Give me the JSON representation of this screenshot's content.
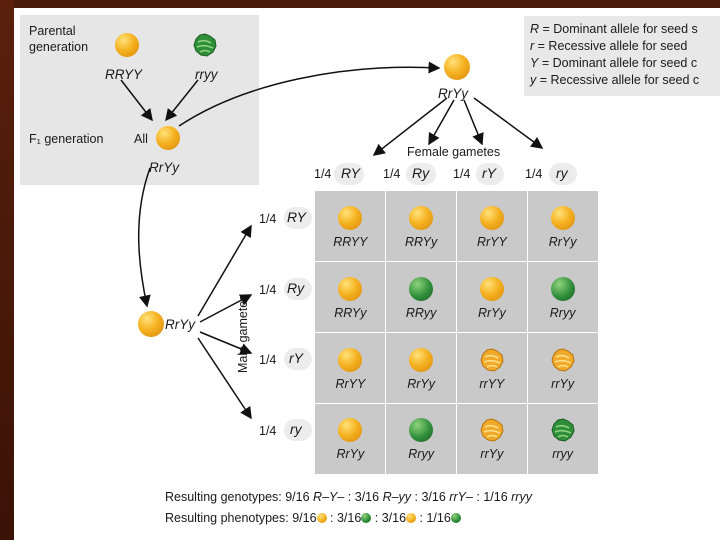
{
  "parental": {
    "title_line1": "Parental",
    "title_line2": "generation",
    "left_genotype": "RRYY",
    "right_genotype": "rryy",
    "f1_label": "F₁ generation",
    "f1_all": "All",
    "f1_genotype": "RrYy"
  },
  "legend": {
    "lines": [
      {
        "symbol": "R",
        "text": " = Dominant allele for seed s"
      },
      {
        "symbol": "r",
        "text": " = Recessive allele for seed"
      },
      {
        "symbol": "Y",
        "text": " = Dominant allele for seed c"
      },
      {
        "symbol": "y",
        "text": " = Recessive allele for seed c"
      }
    ]
  },
  "female_parent": {
    "genotype": "RrYy"
  },
  "male_parent": {
    "genotype": "RrYy"
  },
  "female_gametes": {
    "label": "Female gametes",
    "items": [
      {
        "fraction": "1/4",
        "allele": "RY"
      },
      {
        "fraction": "1/4",
        "allele": "Ry"
      },
      {
        "fraction": "1/4",
        "allele": "rY"
      },
      {
        "fraction": "1/4",
        "allele": "ry"
      }
    ]
  },
  "male_gametes": {
    "label": "Male gametes",
    "items": [
      {
        "fraction": "1/4",
        "allele": "RY"
      },
      {
        "fraction": "1/4",
        "allele": "Ry"
      },
      {
        "fraction": "1/4",
        "allele": "rY"
      },
      {
        "fraction": "1/4",
        "allele": "ry"
      }
    ]
  },
  "punnett": {
    "rows": [
      [
        {
          "g": "RRYY",
          "color": "yellow",
          "shape": "round"
        },
        {
          "g": "RRYy",
          "color": "yellow",
          "shape": "round"
        },
        {
          "g": "RrYY",
          "color": "yellow",
          "shape": "round"
        },
        {
          "g": "RrYy",
          "color": "yellow",
          "shape": "round"
        }
      ],
      [
        {
          "g": "RRYy",
          "color": "yellow",
          "shape": "round"
        },
        {
          "g": "RRyy",
          "color": "green",
          "shape": "round"
        },
        {
          "g": "RrYy",
          "color": "yellow",
          "shape": "round"
        },
        {
          "g": "Rryy",
          "color": "green",
          "shape": "round"
        }
      ],
      [
        {
          "g": "RrYY",
          "color": "yellow",
          "shape": "round"
        },
        {
          "g": "RrYy",
          "color": "yellow",
          "shape": "round"
        },
        {
          "g": "rrYY",
          "color": "yellow",
          "shape": "wrinkled"
        },
        {
          "g": "rrYy",
          "color": "yellow",
          "shape": "wrinkled"
        }
      ],
      [
        {
          "g": "RrYy",
          "color": "yellow",
          "shape": "round"
        },
        {
          "g": "Rryy",
          "color": "green",
          "shape": "round"
        },
        {
          "g": "rrYy",
          "color": "yellow",
          "shape": "wrinkled"
        },
        {
          "g": "rryy",
          "color": "green",
          "shape": "wrinkled"
        }
      ]
    ]
  },
  "results": {
    "genotypes_label": "Resulting genotypes:",
    "genotypes": [
      {
        "fraction": "9/16",
        "allele": "R–Y–",
        "sep": " : "
      },
      {
        "fraction": "3/16",
        "allele": "R–yy",
        "sep": " : "
      },
      {
        "fraction": "3/16",
        "allele": "rrY–",
        "sep": " : "
      },
      {
        "fraction": "1/16",
        "allele": "rryy",
        "sep": ""
      }
    ],
    "phenotypes_label": "Resulting phenotypes:",
    "phenotypes": [
      {
        "fraction": "9/16",
        "pea": "yellow-round",
        "sep": " : "
      },
      {
        "fraction": "3/16",
        "pea": "green-round",
        "sep": " : "
      },
      {
        "fraction": "3/16",
        "pea": "yellow-wrinkled",
        "sep": " : "
      },
      {
        "fraction": "1/16",
        "pea": "green-wrinkled",
        "sep": ""
      }
    ]
  },
  "colors": {
    "yellow": "#f5b221",
    "green": "#2f8e3a",
    "panel": "#e6e6e6",
    "grid": "#c9c9c9"
  }
}
